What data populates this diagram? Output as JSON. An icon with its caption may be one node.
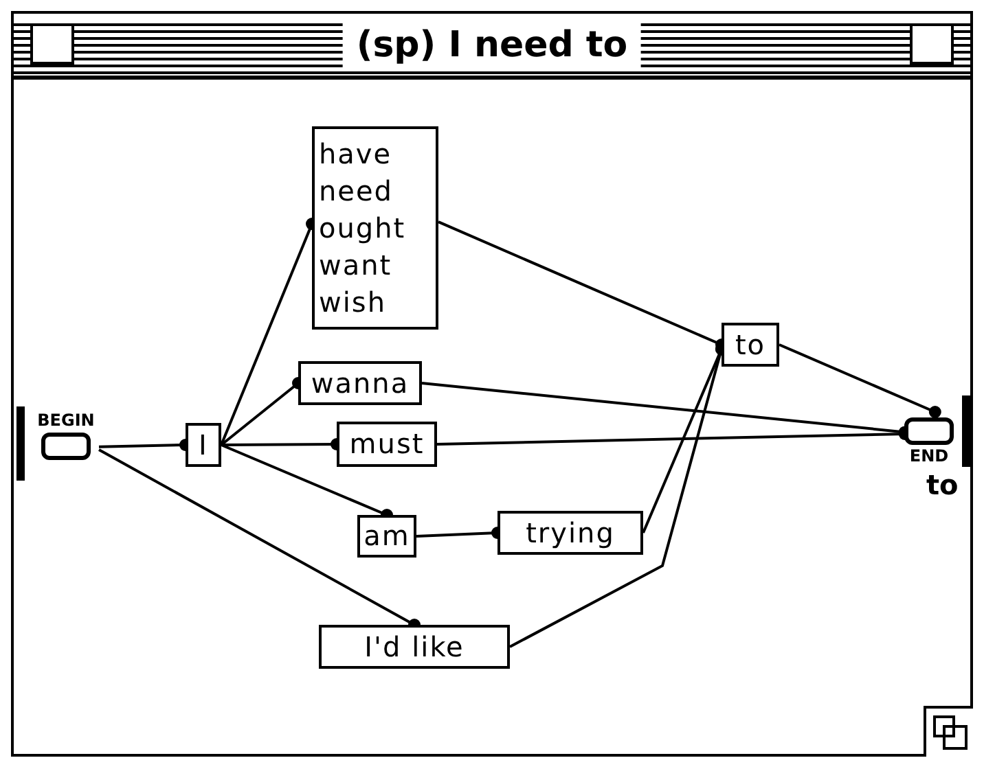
{
  "diagram": {
    "title": "(sp) I need to",
    "nodes": [
      {
        "text": [
          "BEGIN"
        ]
      },
      {
        "text": [
          "I"
        ]
      },
      {
        "text": [
          "have",
          "need",
          "ought",
          "want",
          "wish"
        ]
      },
      {
        "text": [
          "wanna"
        ]
      },
      {
        "text": [
          "must"
        ]
      },
      {
        "text": [
          "am"
        ]
      },
      {
        "text": [
          "trying"
        ]
      },
      {
        "text": [
          "I'd like"
        ]
      },
      {
        "text": [
          "to"
        ]
      },
      {
        "text": [
          "END"
        ],
        "beside": [
          "to"
        ]
      }
    ],
    "edges": [
      {
        "from": 0,
        "to": 1,
        "arrow": "other"
      },
      {
        "from": 0,
        "to": 7,
        "arrow": "other"
      },
      {
        "from": 1,
        "to": 2,
        "arrow": "other"
      },
      {
        "from": 1,
        "to": 3,
        "arrow": "other"
      },
      {
        "from": 1,
        "to": 4,
        "arrow": "other"
      },
      {
        "from": 1,
        "to": 5,
        "arrow": "other"
      },
      {
        "from": 2,
        "to": 8,
        "arrow": "other"
      },
      {
        "from": 3,
        "to": 9,
        "arrow": "other"
      },
      {
        "from": 4,
        "to": 9,
        "arrow": "other"
      },
      {
        "from": 5,
        "to": 6,
        "arrow": "other"
      },
      {
        "from": 6,
        "to": 8,
        "arrow": "other"
      },
      {
        "from": 7,
        "to": 8,
        "arrow": "other"
      },
      {
        "from": 8,
        "to": 9,
        "arrow": "other"
      }
    ]
  }
}
